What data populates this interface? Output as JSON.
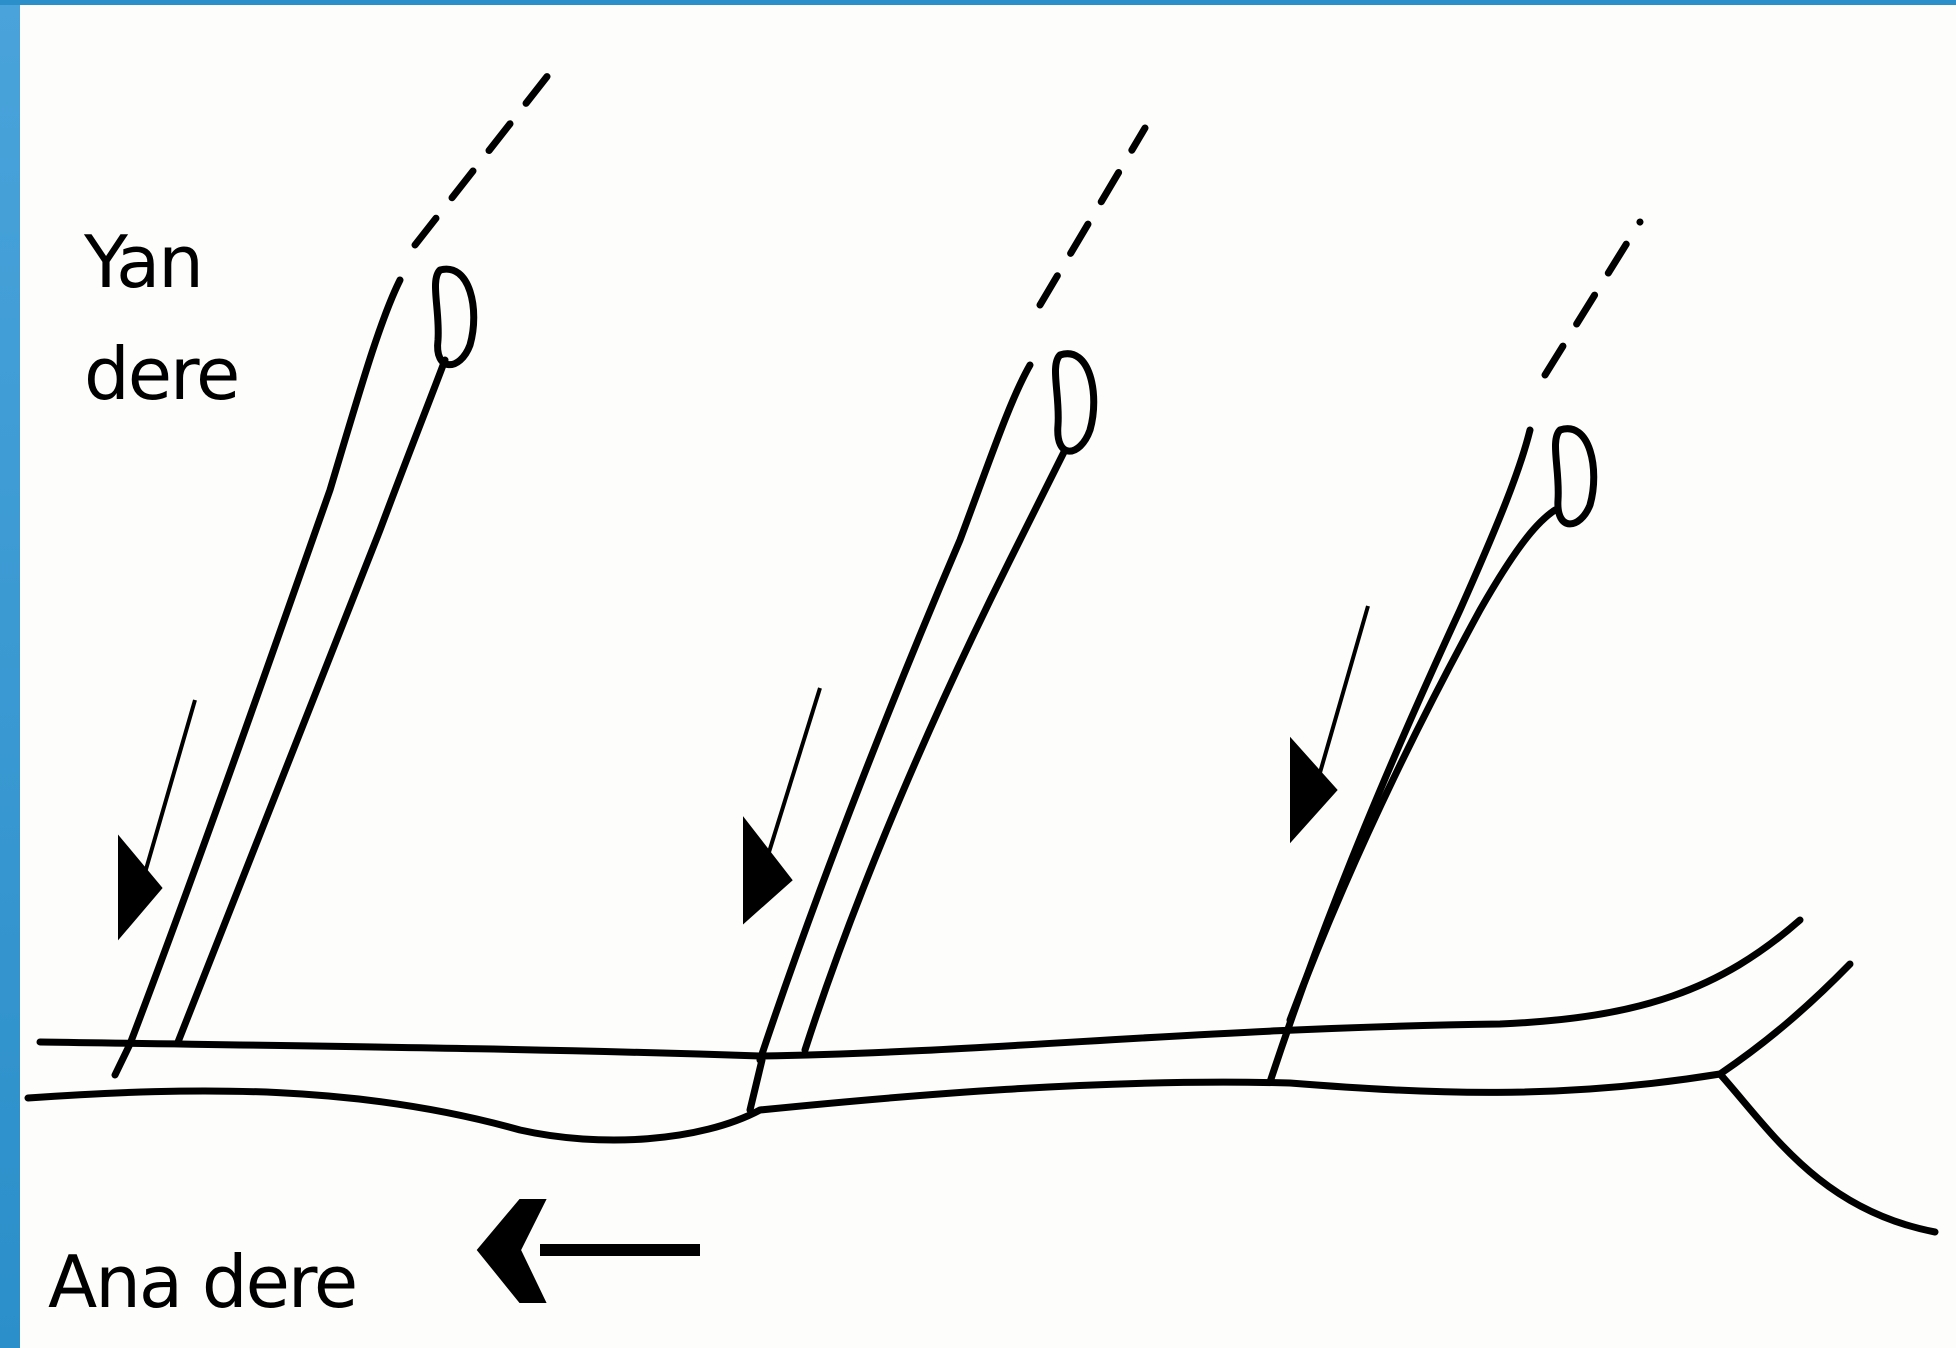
{
  "labels": {
    "side_stream_line1": "Yan",
    "side_stream_line2": "dere",
    "main_stream": "Ana dere"
  },
  "colors": {
    "frame": "#2b8fc9",
    "ink": "#000000",
    "paper": "#fdfdfb"
  },
  "icons": {
    "flow_arrow": "arrow-left-icon",
    "tributary_flow_arrow": "arrow-down-left-icon"
  }
}
